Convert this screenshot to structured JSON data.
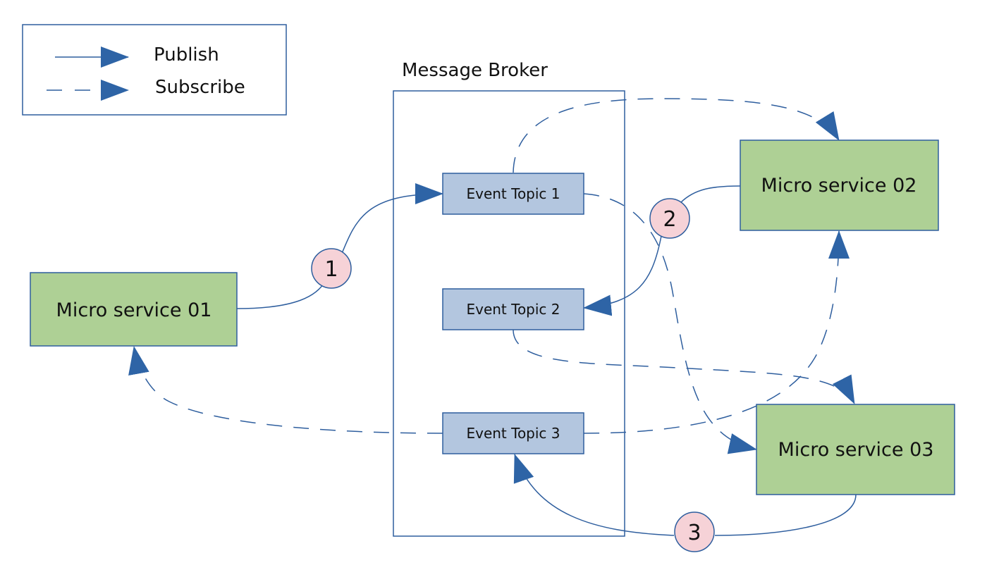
{
  "legend": {
    "publish_label": "Publish",
    "subscribe_label": "Subscribe"
  },
  "broker": {
    "title": "Message Broker"
  },
  "topics": [
    {
      "label": "Event Topic 1"
    },
    {
      "label": "Event Topic 2"
    },
    {
      "label": "Event Topic 3"
    }
  ],
  "services": [
    {
      "label": "Micro service 01"
    },
    {
      "label": "Micro service 02"
    },
    {
      "label": "Micro service 03"
    }
  ],
  "steps": [
    "1",
    "2",
    "3"
  ],
  "colors": {
    "line": "#2e5e9e",
    "service_fill": "#aed095",
    "topic_fill": "#b3c6df",
    "step_fill": "#f6d2d7"
  }
}
